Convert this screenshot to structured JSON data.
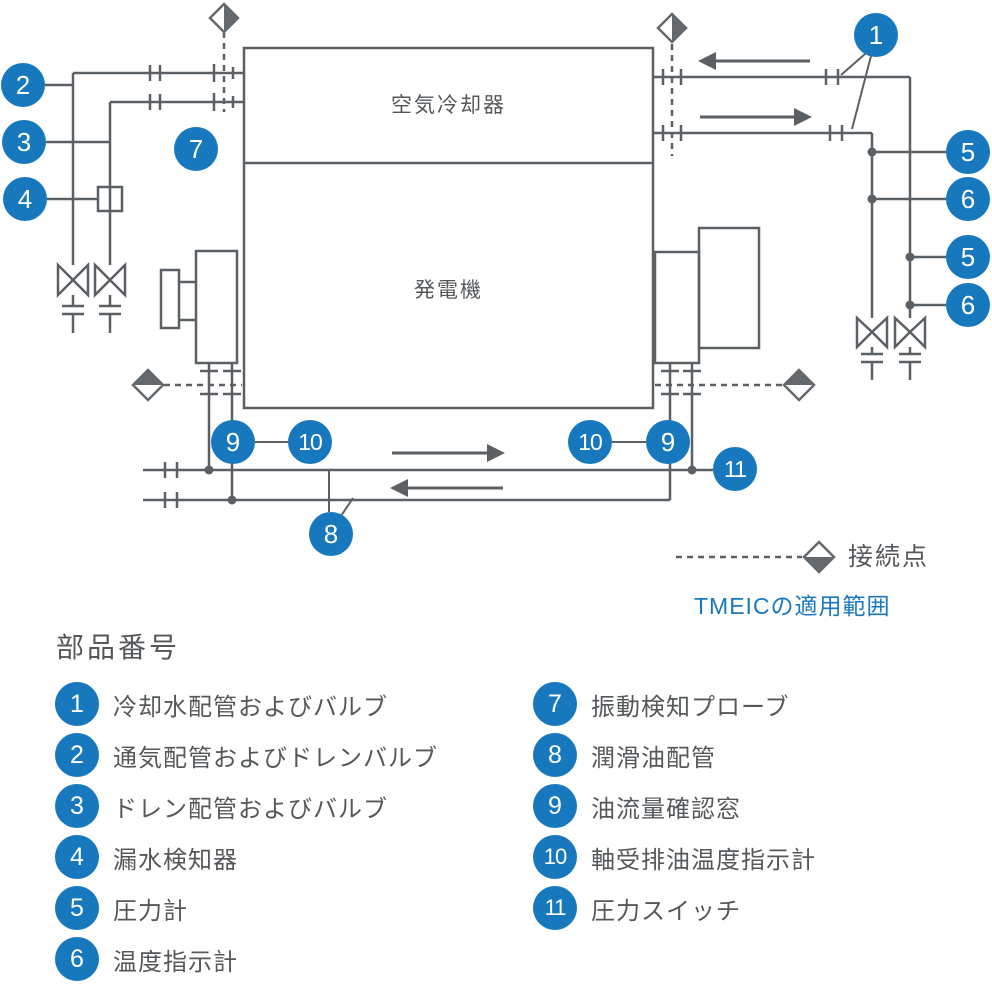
{
  "colors": {
    "accent_blue": "#1878BE",
    "line_gray": "#5B6065",
    "text_gray": "#54585B"
  },
  "diagram": {
    "air_cooler_label": "空気冷却器",
    "generator_label": "発電機",
    "badges": {
      "n1": "1",
      "n2": "2",
      "n3": "3",
      "n4": "4",
      "n5": "5",
      "n6": "6",
      "n7": "7",
      "n8": "8",
      "n9": "9",
      "n10": "10",
      "n11": "11"
    }
  },
  "key": {
    "connection_point_label": "接続点",
    "tmeic_scope_label": "TMEICの適用範囲"
  },
  "legend": {
    "heading": "部品番号",
    "items": [
      {
        "no": "1",
        "label": "冷却水配管およびバルブ"
      },
      {
        "no": "2",
        "label": "通気配管およびドレンバルブ"
      },
      {
        "no": "3",
        "label": "ドレン配管およびバルブ"
      },
      {
        "no": "4",
        "label": "漏水検知器"
      },
      {
        "no": "5",
        "label": "圧力計"
      },
      {
        "no": "6",
        "label": "温度指示計"
      },
      {
        "no": "7",
        "label": "振動検知プローブ"
      },
      {
        "no": "8",
        "label": "潤滑油配管"
      },
      {
        "no": "9",
        "label": "油流量確認窓"
      },
      {
        "no": "10",
        "label": "軸受排油温度指示計"
      },
      {
        "no": "11",
        "label": "圧力スイッチ"
      }
    ]
  }
}
